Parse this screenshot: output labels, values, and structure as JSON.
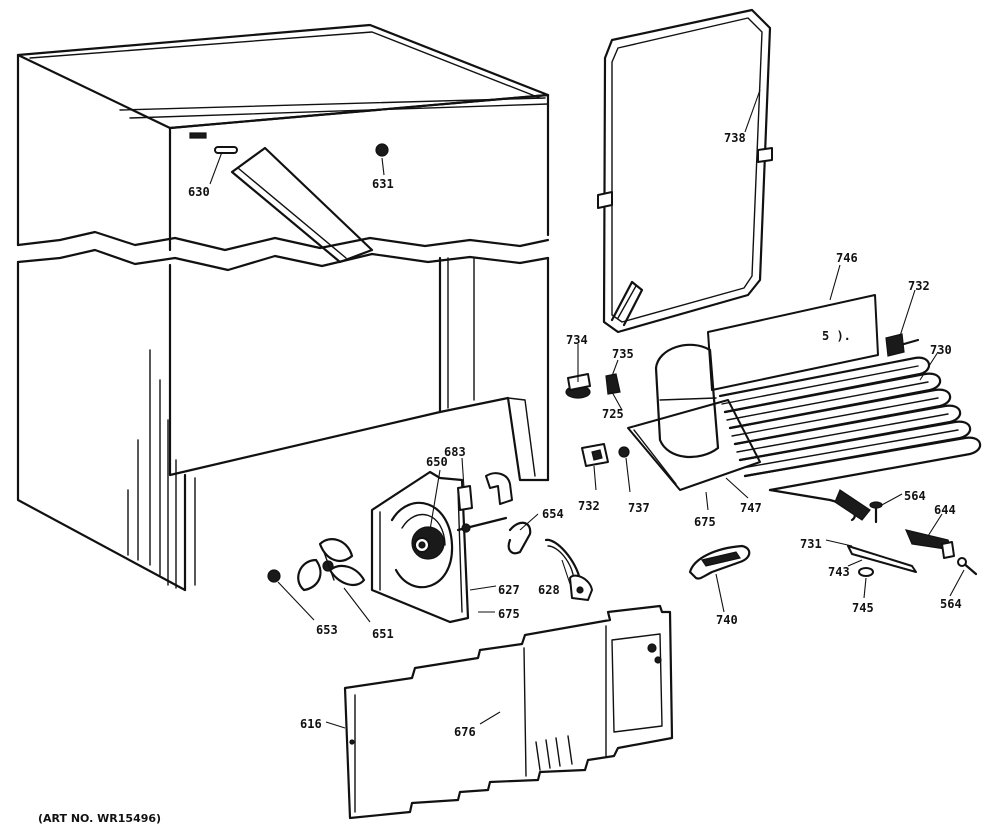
{
  "caption": "(ART NO. WR15496)",
  "callouts": {
    "c630": "630",
    "c631": "631",
    "c738": "738",
    "c746": "746",
    "c732a": "732",
    "c730": "730",
    "c734": "734",
    "c735": "735",
    "c725": "725",
    "c683": "683",
    "c650": "650",
    "c732b": "732",
    "c737": "737",
    "c675a": "675",
    "c747": "747",
    "c564a": "564",
    "c644": "644",
    "c654": "654",
    "c731": "731",
    "c743": "743",
    "c745": "745",
    "c564b": "564",
    "c627": "627",
    "c628": "628",
    "c675b": "675",
    "c740": "740",
    "c653": "653",
    "c651": "651",
    "c616": "616",
    "c676": "676"
  },
  "panel_text": "5 )."
}
